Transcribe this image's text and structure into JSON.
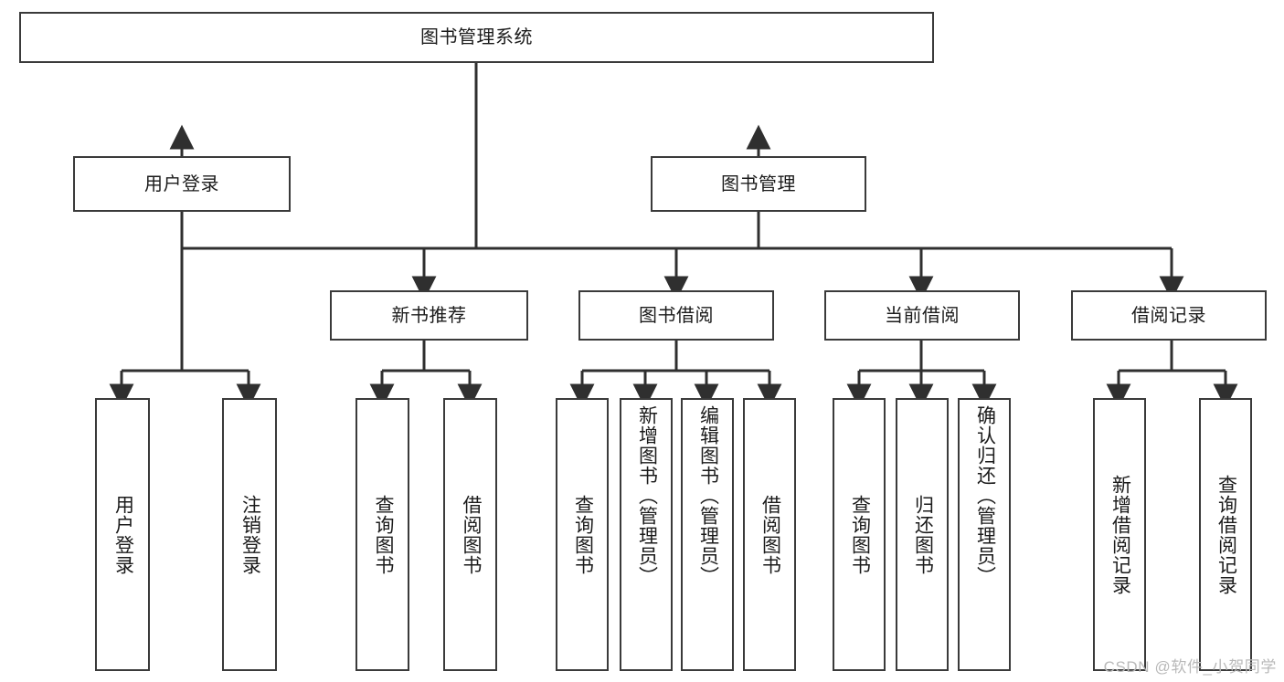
{
  "diagram": {
    "type": "tree-hierarchy",
    "title": "图书管理系统",
    "root": {
      "id": "root",
      "label": "图书管理系统",
      "orientation": "horizontal"
    },
    "level2": [
      {
        "id": "user-login",
        "label": "用户登录",
        "orientation": "horizontal"
      },
      {
        "id": "book-manage",
        "label": "图书管理",
        "orientation": "horizontal"
      }
    ],
    "level3": [
      {
        "id": "new-book-recommend",
        "label": "新书推荐",
        "orientation": "horizontal",
        "parent": "book-manage"
      },
      {
        "id": "book-borrow",
        "label": "图书借阅",
        "orientation": "horizontal",
        "parent": "book-manage"
      },
      {
        "id": "current-borrow",
        "label": "当前借阅",
        "orientation": "horizontal",
        "parent": "book-manage"
      },
      {
        "id": "borrow-record",
        "label": "借阅记录",
        "orientation": "horizontal",
        "parent": "book-manage"
      }
    ],
    "leaves": {
      "user_login": [
        {
          "id": "leaf-user-login",
          "label": "用户登录",
          "orientation": "vertical"
        },
        {
          "id": "leaf-user-logout",
          "label": "注销登录",
          "orientation": "vertical"
        }
      ],
      "new_book_recommend": [
        {
          "id": "leaf-query-book-1",
          "label": "查询图书",
          "orientation": "vertical"
        },
        {
          "id": "leaf-borrow-book-1",
          "label": "借阅图书",
          "orientation": "vertical"
        }
      ],
      "book_borrow": [
        {
          "id": "leaf-query-book-2",
          "label": "查询图书",
          "orientation": "vertical"
        },
        {
          "id": "leaf-add-book",
          "label": "新增图书（管理员）",
          "orientation": "vertical"
        },
        {
          "id": "leaf-edit-book",
          "label": "编辑图书（管理员）",
          "orientation": "vertical"
        },
        {
          "id": "leaf-borrow-book-2",
          "label": "借阅图书",
          "orientation": "vertical"
        }
      ],
      "current_borrow": [
        {
          "id": "leaf-query-book-3",
          "label": "查询图书",
          "orientation": "vertical"
        },
        {
          "id": "leaf-return-book",
          "label": "归还图书",
          "orientation": "vertical"
        },
        {
          "id": "leaf-confirm-return",
          "label": "确认归还（管理员）",
          "orientation": "vertical"
        }
      ],
      "borrow_record": [
        {
          "id": "leaf-add-record",
          "label": "新增借阅记录",
          "orientation": "vertical"
        },
        {
          "id": "leaf-query-record",
          "label": "查询借阅记录",
          "orientation": "vertical"
        }
      ]
    },
    "colors": {
      "background": "#ffffff",
      "box_border": "#3a3a3a",
      "box_fill": "#ffffff",
      "text": "#1b1b1b",
      "connector": "#2f2f2f",
      "watermark": "#b9b9b9"
    },
    "watermark": "CSDN @软件_小贺同学"
  }
}
